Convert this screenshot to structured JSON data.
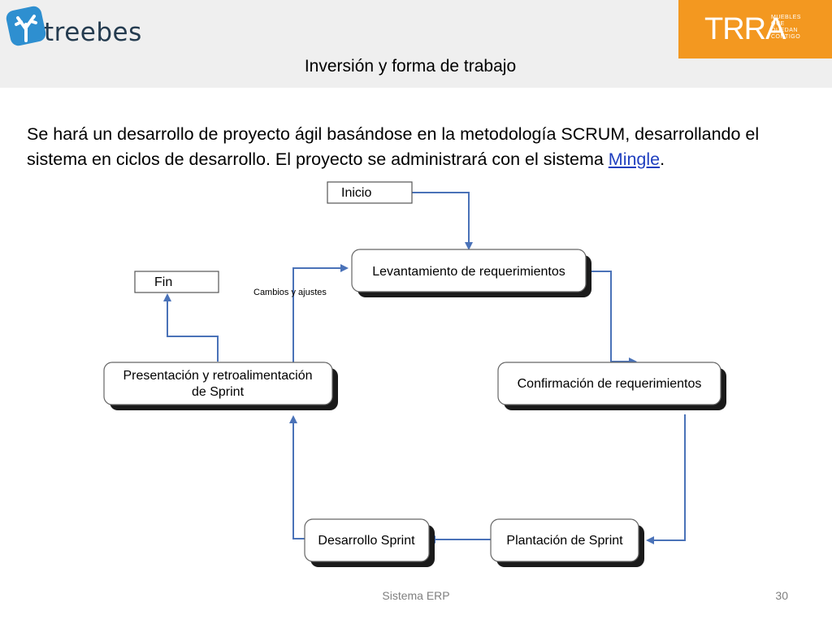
{
  "header": {
    "brand_name": "treebes",
    "partner_logo_word": "TRRA",
    "partner_logo_tagline": [
      "MUEBLES",
      "QUE",
      "QUEDAN",
      "CONTIGO"
    ],
    "brand_color": "#243b4f",
    "partner_color": "#f39820"
  },
  "slide": {
    "title": "Inversión y forma de trabajo",
    "body_prefix": "Se hará un desarrollo de proyecto ágil basándose en la metodología SCRUM, desarrollando el sistema en ciclos de desarrollo. El proyecto se administrará con el sistema ",
    "body_link": "Mingle",
    "body_suffix": "."
  },
  "diagram": {
    "nodes": {
      "inicio": "Inicio",
      "fin": "Fin",
      "levantamiento": "Levantamiento de requerimientos",
      "confirmacion": "Confirmación de requerimientos",
      "plantacion": "Plantación de Sprint",
      "desarrollo": "Desarrollo Sprint",
      "presentacion_line1": "Presentación y retroalimentación",
      "presentacion_line2": "de Sprint"
    },
    "edge_label": "Cambios y ajustes",
    "arrow_color": "#4a72b8"
  },
  "footer": {
    "center": "Sistema ERP",
    "page_number": "30"
  }
}
